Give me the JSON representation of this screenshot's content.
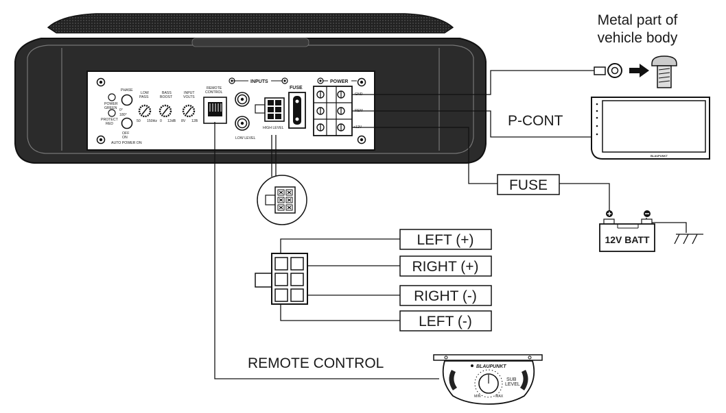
{
  "callouts": {
    "metal_line1": "Metal part of",
    "metal_line2": "vehicle body",
    "p_cont": "P-CONT",
    "fuse": "FUSE",
    "battery": "12V BATT",
    "remote_control": "REMOTE CONTROL"
  },
  "speaker_wires": [
    "LEFT (+)",
    "RIGHT (+)",
    "RIGHT (-)",
    "LEFT (-)"
  ],
  "amp_panel": {
    "phase": "PHASE",
    "low_pass_1": "LOW",
    "low_pass_2": "PASS",
    "bass_boost_1": "BASS",
    "bass_boost_2": "BOOST",
    "input_volts_1": "INPUT",
    "input_volts_2": "VOLTS",
    "remote_1": "REMOTE",
    "remote_2": "CONTROL",
    "inputs": "INPUTS",
    "fuse": "FUSE",
    "power": "POWER",
    "gnd": "GND",
    "rem": "REM",
    "plus12v": "+12V",
    "high_level": "HIGH LEVEL",
    "low_level": "LOW LEVEL",
    "power_green_1": "POWER",
    "power_green_2": "GREEN",
    "protect_red_1": "PROTECT",
    "protect_red_2": "RED",
    "phase_0": "0°",
    "phase_180": "180°",
    "off": "OFF",
    "on": "ON",
    "auto_power_on": "AUTO POWER ON",
    "lp_min": "50",
    "lp_max": "150Hz",
    "bb_min": "0",
    "bb_max": "12dB",
    "iv_min": "8V",
    "iv_max": "12B"
  },
  "remote": {
    "brand": "BLAUPUNKT",
    "sub_level_1": "SUB",
    "sub_level_2": "LEVEL",
    "min": "MIN",
    "max": "MAX"
  },
  "head_unit": {
    "brand": "BLAUPUNKT"
  },
  "colors": {
    "ink": "#1a1a1a",
    "amp_body": "#2b2b2b",
    "panel": "#ffffff"
  }
}
